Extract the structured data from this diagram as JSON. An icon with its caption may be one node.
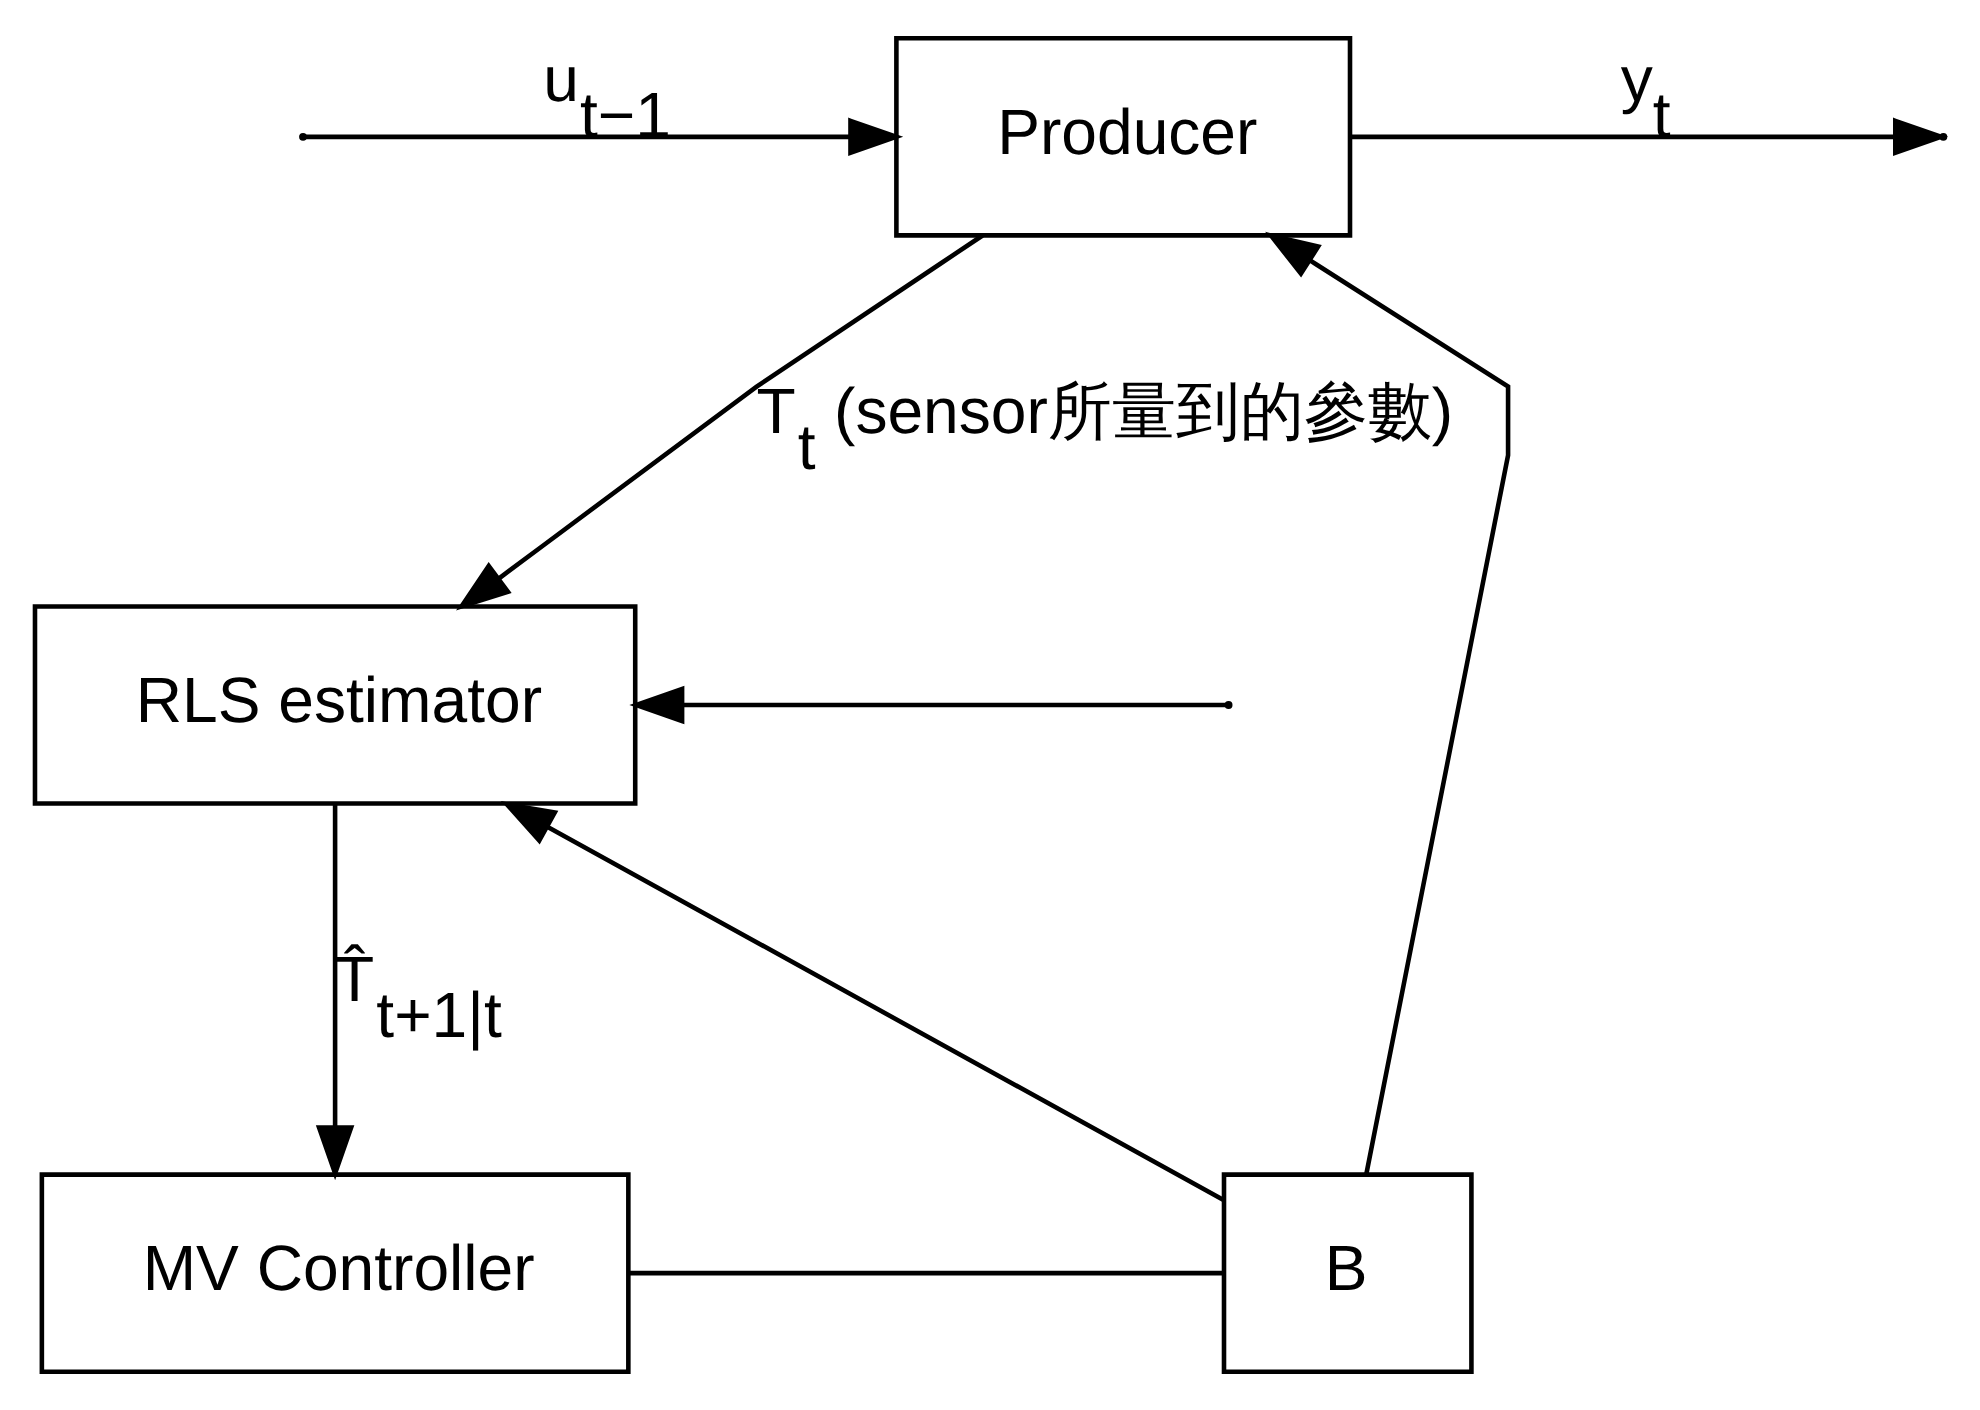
{
  "diagram": {
    "nodes": [
      {
        "text": [
          "Producer"
        ]
      },
      {
        "text": [
          "RLS estimator"
        ]
      },
      {
        "text": [
          "MV Controller"
        ]
      },
      {
        "text": [
          "B"
        ]
      }
    ],
    "edges": [
      {
        "from": null,
        "to": 0,
        "arrow": "to",
        "label": "u$_{t−1}$"
      },
      {
        "from": null,
        "to": 1,
        "arrow": "to"
      },
      {
        "from": 3,
        "to": 0,
        "arrow": "to"
      },
      {
        "from": 3,
        "to": 1,
        "arrow": "to"
      },
      {
        "from": 0,
        "to": null,
        "arrow": "to",
        "label": "y$_{t}$"
      },
      {
        "from": 0,
        "to": 1,
        "arrow": "to",
        "label": "T$_{t}$ (sensor所量到的參數)"
      },
      {
        "from": 1,
        "to": 2,
        "arrow": "to",
        "label": "T̂$_{t+1|t}$"
      },
      {
        "from": 2,
        "to": 3,
        "arrow": "none"
      }
    ]
  }
}
